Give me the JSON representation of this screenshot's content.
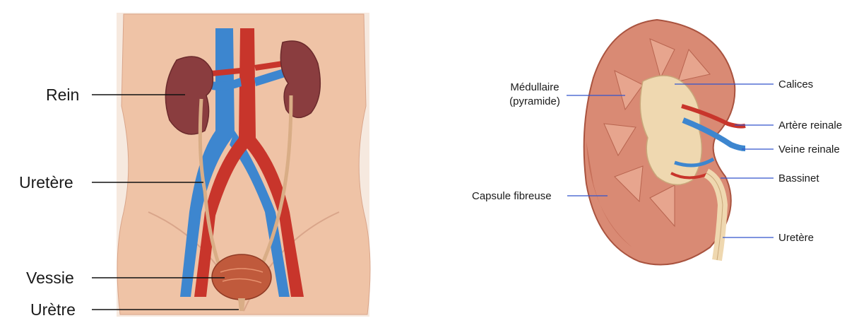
{
  "left_figure": {
    "labels": {
      "rein": "Rein",
      "uretere": "Uretère",
      "vessie": "Vessie",
      "uretre": "Urètre"
    },
    "colors": {
      "line": "#111111",
      "skin": "#f0c6a8",
      "artery": "#c8352b",
      "vein": "#3d86cf",
      "kidney": "#8a3d3f"
    }
  },
  "right_figure": {
    "labels": {
      "medullaire_line1": "Médullaire",
      "medullaire_line2": "(pyramide)",
      "capsule": "Capsule fibreuse",
      "calices": "Calices",
      "artere": "Artère reinale",
      "veine": "Veine reinale",
      "bassinet": "Bassinet",
      "uretere": "Uretère"
    },
    "colors": {
      "line": "#3355cc",
      "cortex": "#d98a74",
      "pelvis": "#efd8b0"
    }
  }
}
